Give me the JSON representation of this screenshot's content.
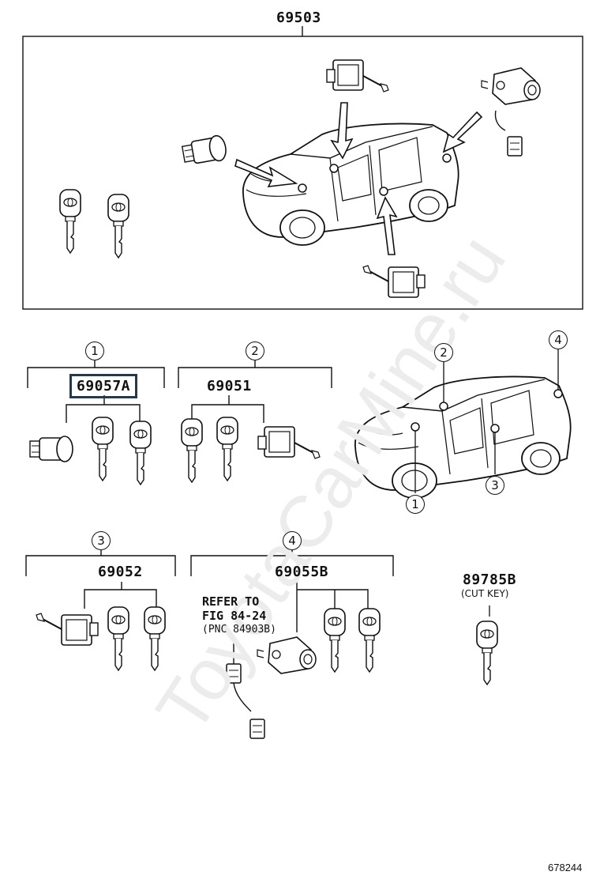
{
  "assembly_number": "69503",
  "sets": [
    {
      "index": "1",
      "part_number": "69057A",
      "highlighted": true
    },
    {
      "index": "2",
      "part_number": "69051",
      "highlighted": false
    },
    {
      "index": "3",
      "part_number": "69052",
      "highlighted": false
    },
    {
      "index": "4",
      "part_number": "69055B",
      "highlighted": false
    }
  ],
  "reference_note": {
    "line1": "REFER TO",
    "line2": "FIG 84-24",
    "line3": "(PNC 84903B)"
  },
  "cut_key": {
    "part_number": "89785B",
    "note": "(CUT KEY)"
  },
  "car_callouts": [
    "1",
    "2",
    "3",
    "4"
  ],
  "watermark": "ToyotaCarMine.ru",
  "diagram_id": "678244",
  "colors": {
    "highlight_border": "#243a4a",
    "line": "#111111"
  }
}
